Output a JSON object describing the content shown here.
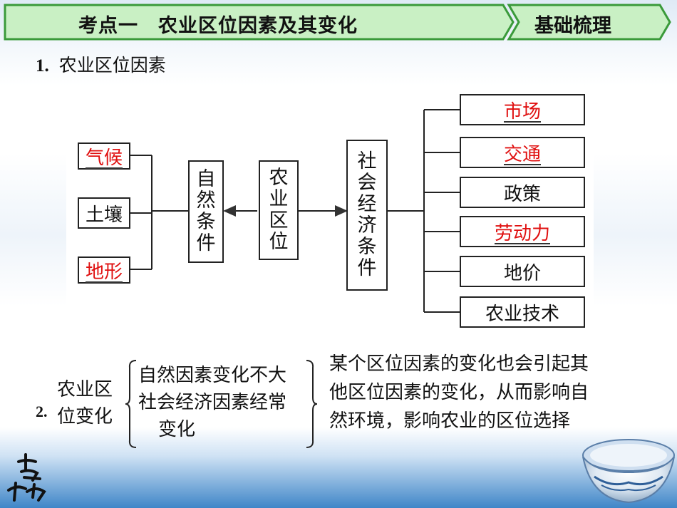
{
  "header": {
    "title": "考点一　农业区位因素及其变化",
    "tag": "基础梳理",
    "colors": {
      "fill": "#c9f0c4",
      "border": "#3a9a3a"
    }
  },
  "section1": {
    "number": "1.",
    "title": "农业区位因素"
  },
  "diagram": {
    "natural_factors": [
      "气候",
      "土壤",
      "地形"
    ],
    "natural_factors_answer_flags": [
      true,
      false,
      true
    ],
    "natural_label": [
      "自",
      "然",
      "条",
      "件"
    ],
    "center_label": [
      "农",
      "业",
      "区",
      "位"
    ],
    "social_label": [
      "社",
      "会",
      "经",
      "济",
      "条",
      "件"
    ],
    "social_factors": [
      "市场",
      "交通",
      "政策",
      "劳动力",
      "地价",
      "农业技术"
    ],
    "social_factors_answer_flags": [
      true,
      true,
      false,
      true,
      false,
      false
    ],
    "answer_color": "#e01010"
  },
  "section2": {
    "number": "2.",
    "label": [
      "农业区",
      "位变化"
    ],
    "branches": [
      "自然因素变化不大",
      "社会经济因素经常",
      "变化"
    ],
    "conclusion": [
      "某个区位因素的变化也会引起其",
      "他区位因素的变化，从而影响自",
      "然环境，影响农业的区位选择"
    ]
  }
}
